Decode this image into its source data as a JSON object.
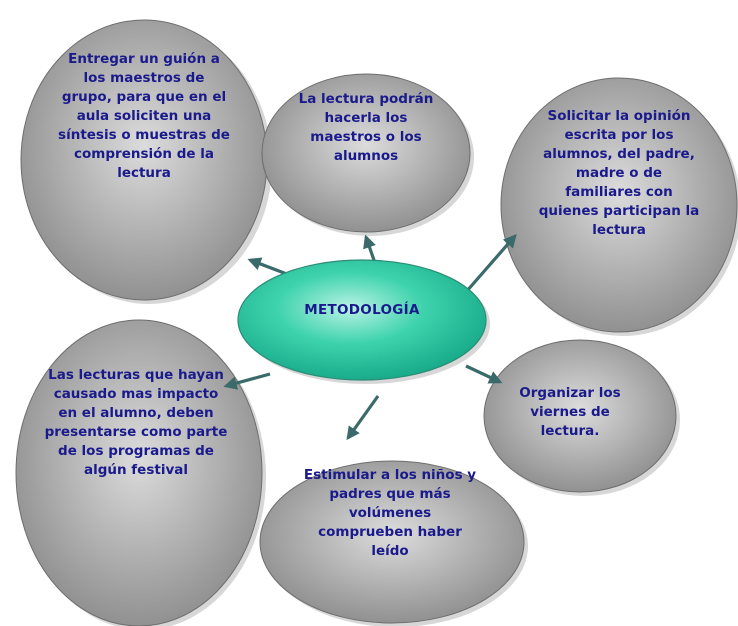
{
  "center": {
    "text": "METODOLOGÍA"
  },
  "nodes": [
    {
      "id": "guion",
      "text": "Entregar un guión a los maestros de grupo, para que en el aula soliciten una síntesis o muestras de comprensión de la lectura"
    },
    {
      "id": "lectura-podran",
      "text": "La lectura podrán hacerla los maestros o los alumnos"
    },
    {
      "id": "opinion",
      "text": "Solicitar la opinión escrita por los alumnos, del padre, madre o de familiares con quienes participan la lectura"
    },
    {
      "id": "viernes",
      "text": "Organizar los viernes de lectura."
    },
    {
      "id": "estimular",
      "text": "Estimular  a los niños y padres que más volúmenes comprueben haber leído"
    },
    {
      "id": "lecturas-impacto",
      "text": "Las lecturas que hayan causado mas impacto en el alumno, deben presentarse como parte de los programas de algún festival"
    }
  ],
  "colors": {
    "bubble_light": "#dcdcdc",
    "bubble_dark": "#8a8a8a",
    "center_light": "#b9f2e4",
    "center_mid": "#3fd3ad",
    "center_dark": "#13a585",
    "arrow": "#3b6a6a",
    "text": "#1a1a8c"
  }
}
